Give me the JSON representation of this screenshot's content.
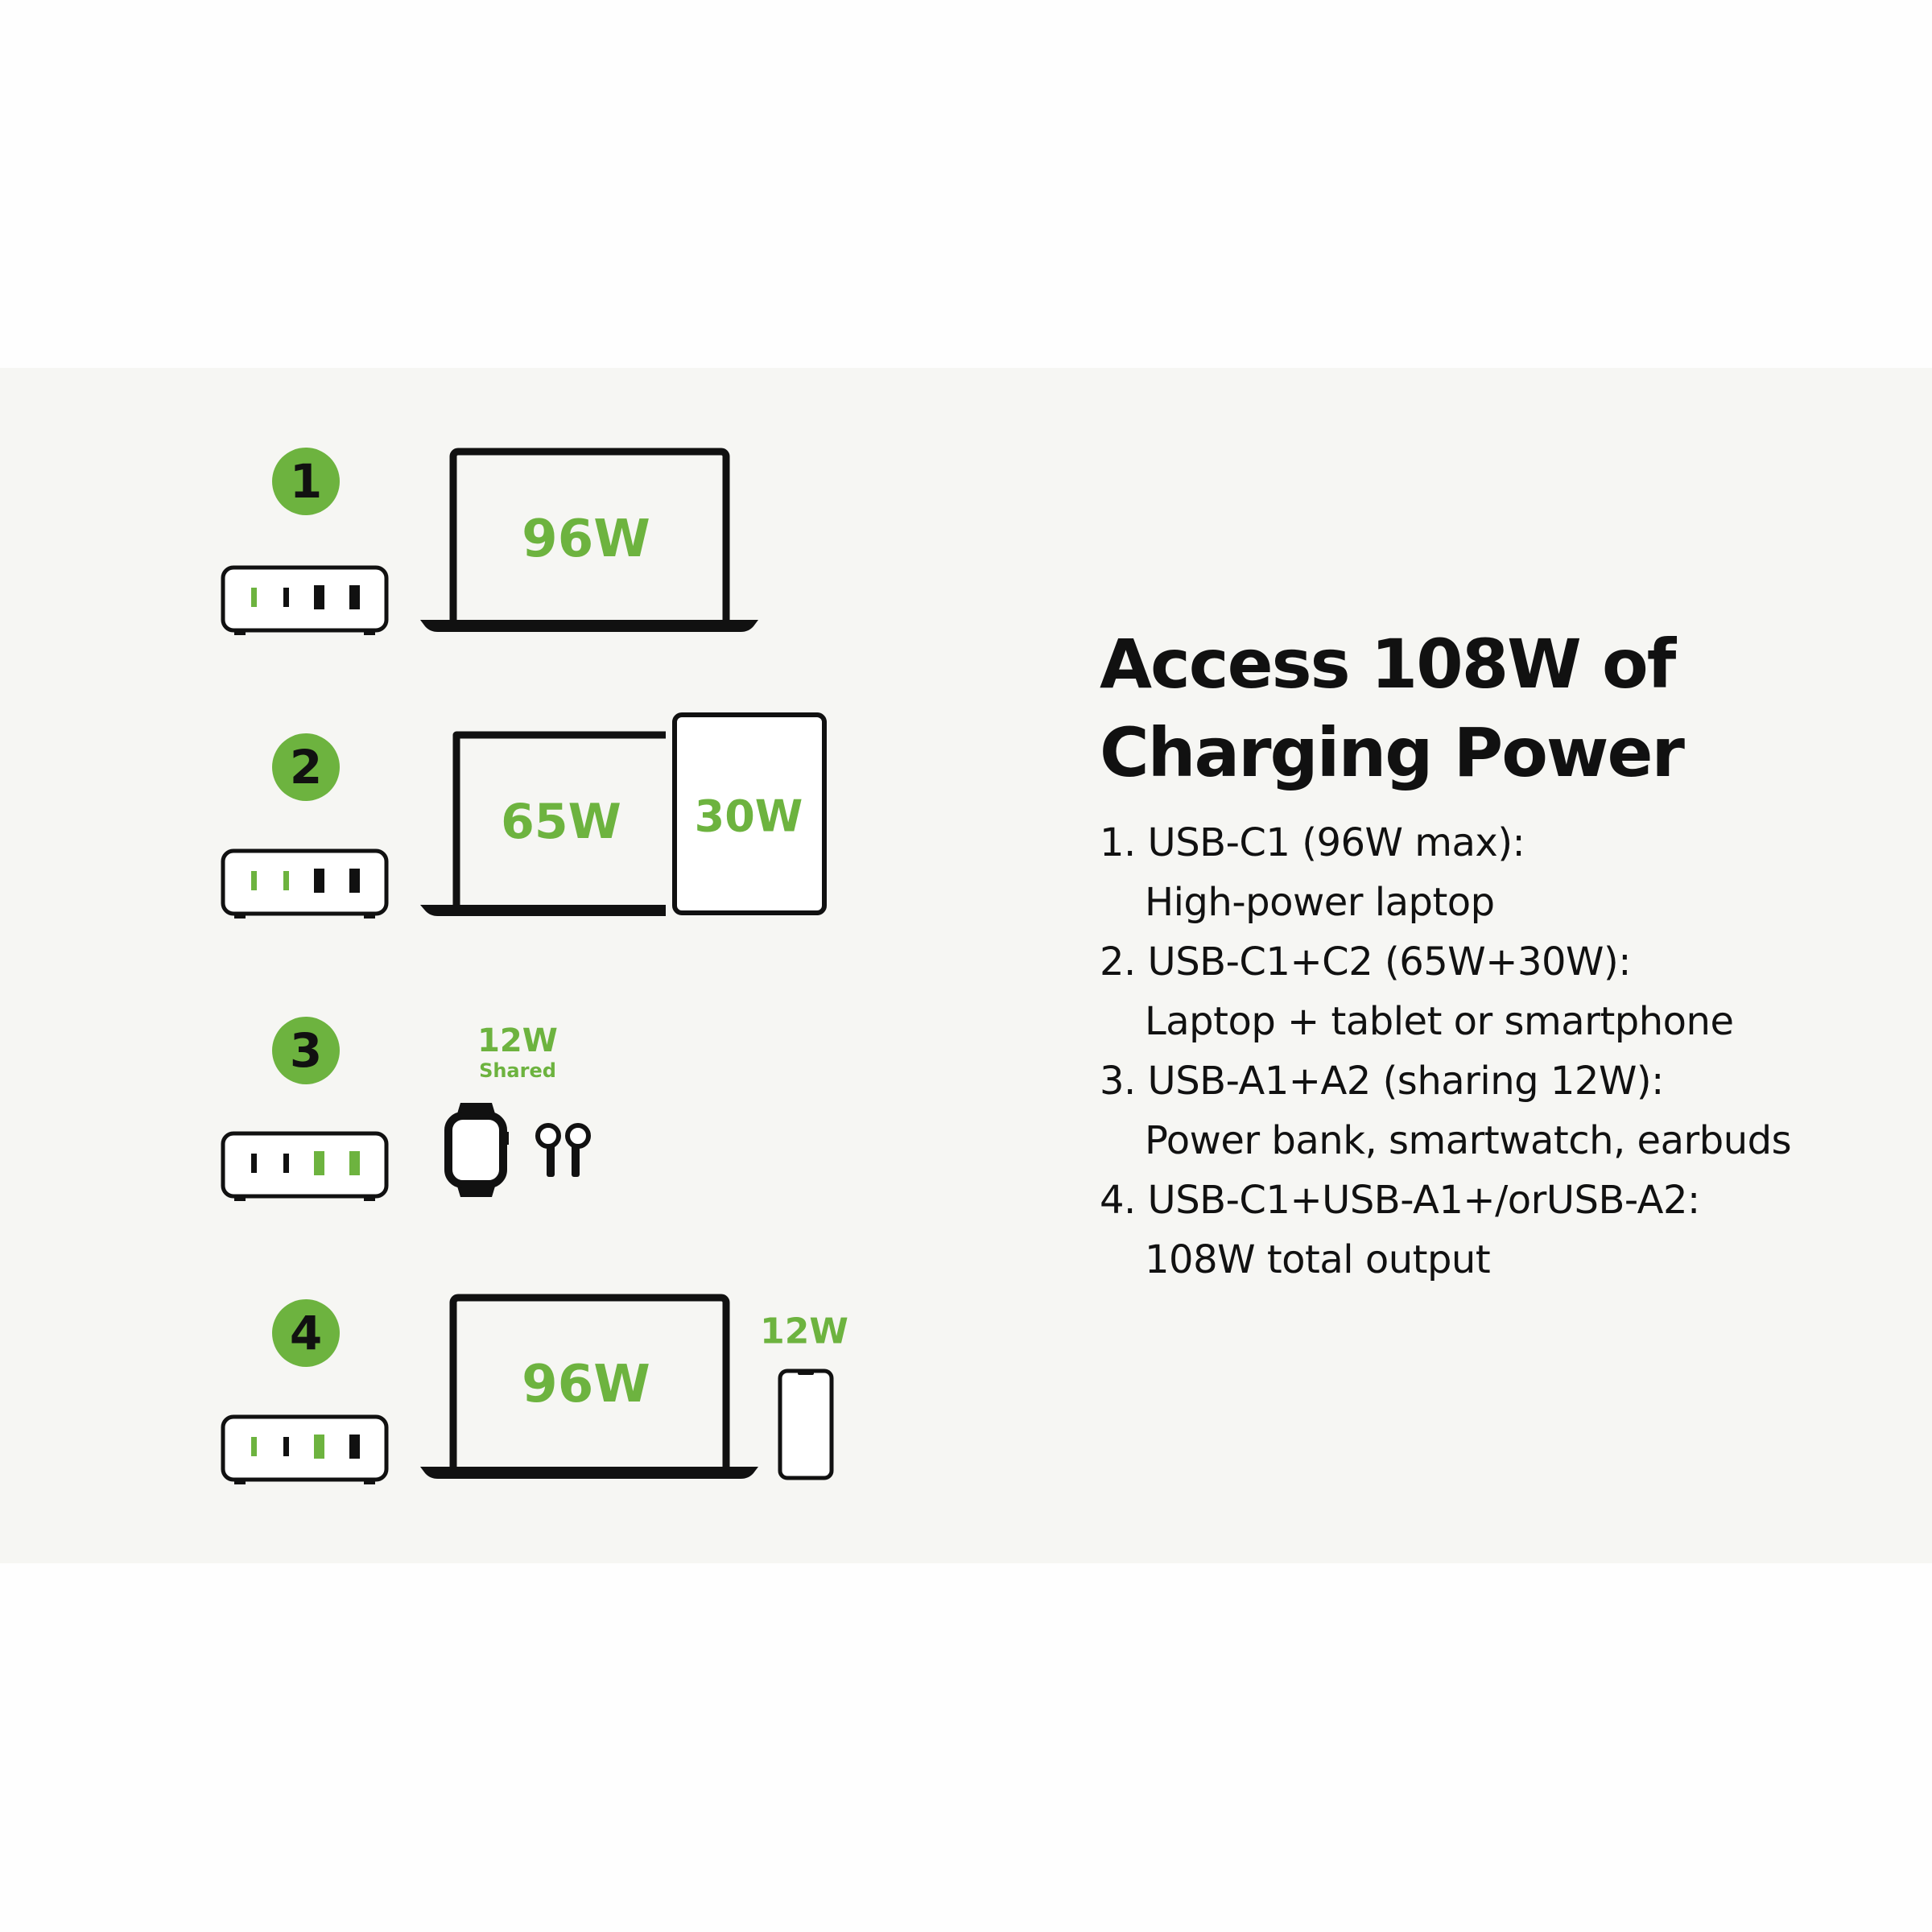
{
  "headline": {
    "line1": "Access 108W of",
    "line2": "Charging Power"
  },
  "modes": [
    {
      "number": "1",
      "title": "1. USB-C1 (96W max):",
      "detail": "High-power laptop",
      "watts": [
        "96W"
      ]
    },
    {
      "number": "2",
      "title": "2. USB-C1+C2 (65W+30W):",
      "detail": "Laptop + tablet or smartphone",
      "watts": [
        "65W",
        "30W"
      ]
    },
    {
      "number": "3",
      "title": "3. USB-A1+A2 (sharing 12W):",
      "detail": "Power bank, smartwatch, earbuds",
      "watts": [
        "12W"
      ],
      "note": "Shared"
    },
    {
      "number": "4",
      "title": "4. USB-C1+USB-A1+/orUSB-A2:",
      "detail": "108W total output",
      "watts": [
        "96W",
        "12W"
      ]
    }
  ],
  "colors": {
    "accent": "#6db33f",
    "ink": "#111111",
    "panel": "#f6f6f3",
    "background": "#fefefe"
  },
  "icons": [
    "charger-icon",
    "laptop-icon",
    "tablet-icon",
    "smartwatch-icon",
    "earbuds-icon",
    "smartphone-icon"
  ]
}
